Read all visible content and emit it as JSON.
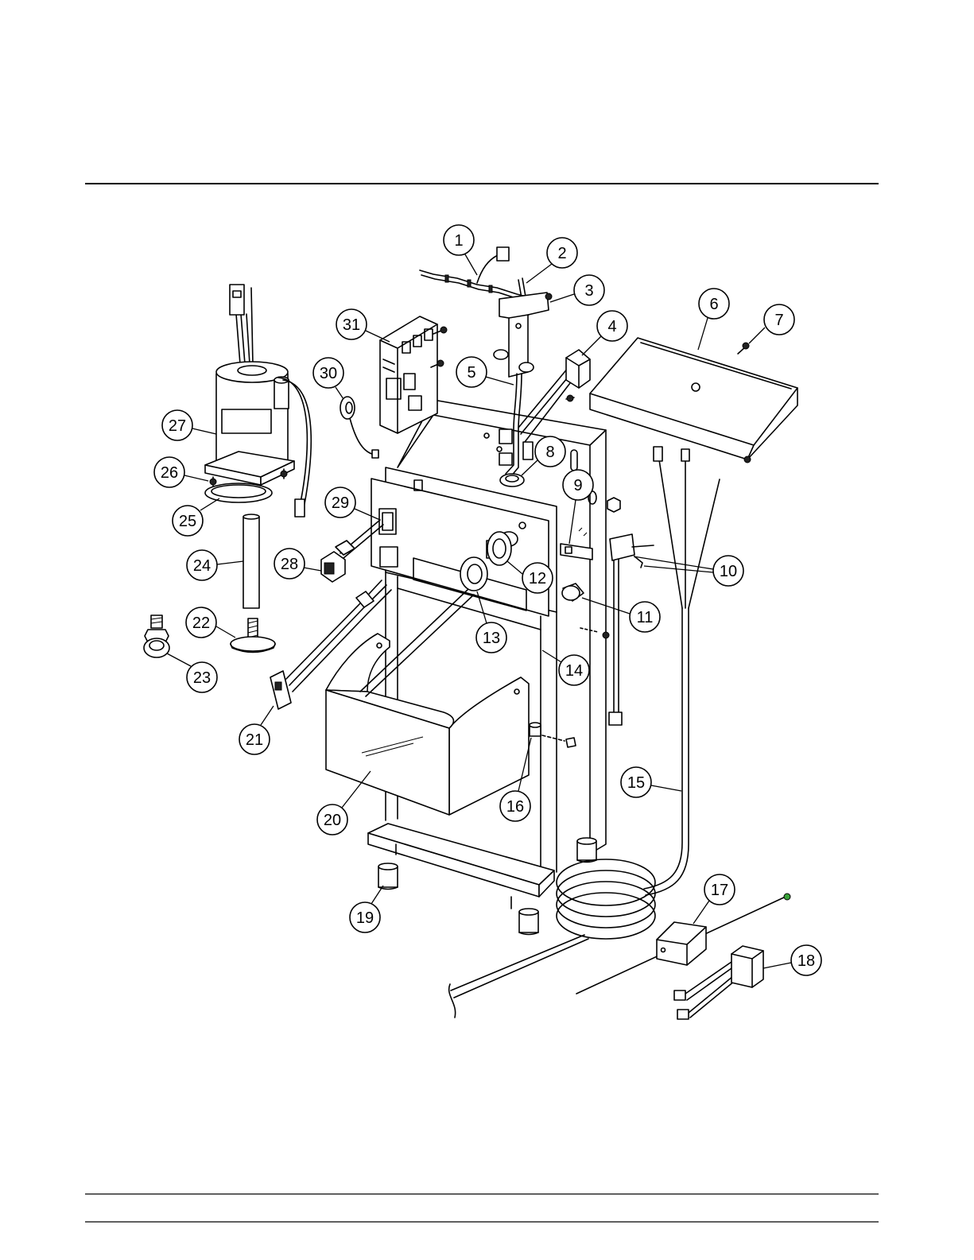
{
  "callouts": [
    "1",
    "2",
    "3",
    "4",
    "5",
    "6",
    "7",
    "8",
    "9",
    "10",
    "11",
    "12",
    "13",
    "14",
    "15",
    "16",
    "17",
    "18",
    "19",
    "20",
    "21",
    "22",
    "23",
    "24",
    "25",
    "26",
    "27",
    "28",
    "29",
    "30",
    "31"
  ],
  "colors": {
    "ink": "#000000",
    "background": "#ffffff",
    "cord_tip": "#3aa23a"
  }
}
